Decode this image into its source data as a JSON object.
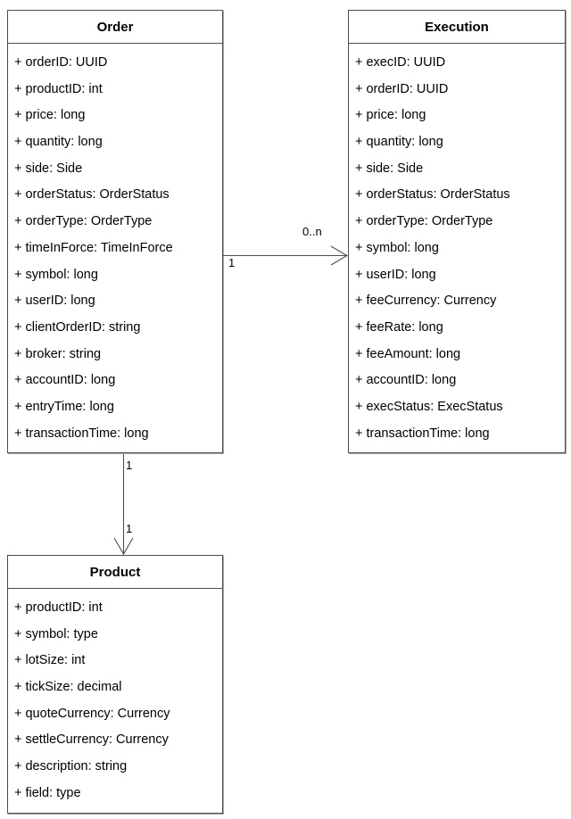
{
  "diagram": {
    "title": "UML Class Diagram",
    "type": "uml-class-diagram",
    "background_color": "#ffffff",
    "line_color": "#4d4d4d",
    "text_color": "#000000"
  },
  "classes": [
    {
      "id": "order",
      "name": "Order",
      "attributes": [
        "+ orderID: UUID",
        "+ productID: int",
        "+ price:  long",
        "+ quantity:  long",
        "+ side:  Side",
        "+ orderStatus:  OrderStatus",
        "+ orderType:  OrderType",
        "+ timeInForce:  TimeInForce",
        "+ symbol:  long",
        "+ userID: long",
        "+ clientOrderID: string",
        "+ broker:  string",
        "+ accountID: long",
        "+ entryTime:  long",
        "+ transactionTime:  long"
      ]
    },
    {
      "id": "execution",
      "name": "Execution",
      "attributes": [
        "+ execID: UUID",
        "+ orderID: UUID",
        "+ price:  long",
        "+ quantity:  long",
        "+ side:  Side",
        "+ orderStatus:  OrderStatus",
        "+ orderType:  OrderType",
        "+ symbol:  long",
        "+ userID: long",
        "+ feeCurrency:  Currency",
        "+ feeRate:  long",
        "+ feeAmount:  long",
        "+ accountID: long",
        "+ execStatus:  ExecStatus",
        "+ transactionTime:  long"
      ]
    },
    {
      "id": "product",
      "name": "Product",
      "attributes": [
        "+ productID: int",
        "+ symbol:  type",
        "+ lotSize:  int",
        "+ tickSize:  decimal",
        "+ quoteCurrency:  Currency",
        "+ settleCurrency:  Currency",
        "+ description:  string",
        "+ field:  type"
      ]
    }
  ],
  "relationships": [
    {
      "id": "order-to-execution",
      "from": "order",
      "to": "execution",
      "source_multiplicity": "1",
      "target_multiplicity": "0..n",
      "arrow": "open"
    },
    {
      "id": "order-to-product",
      "from": "order",
      "to": "product",
      "source_multiplicity": "1",
      "target_multiplicity": "1",
      "arrow": "open"
    }
  ]
}
